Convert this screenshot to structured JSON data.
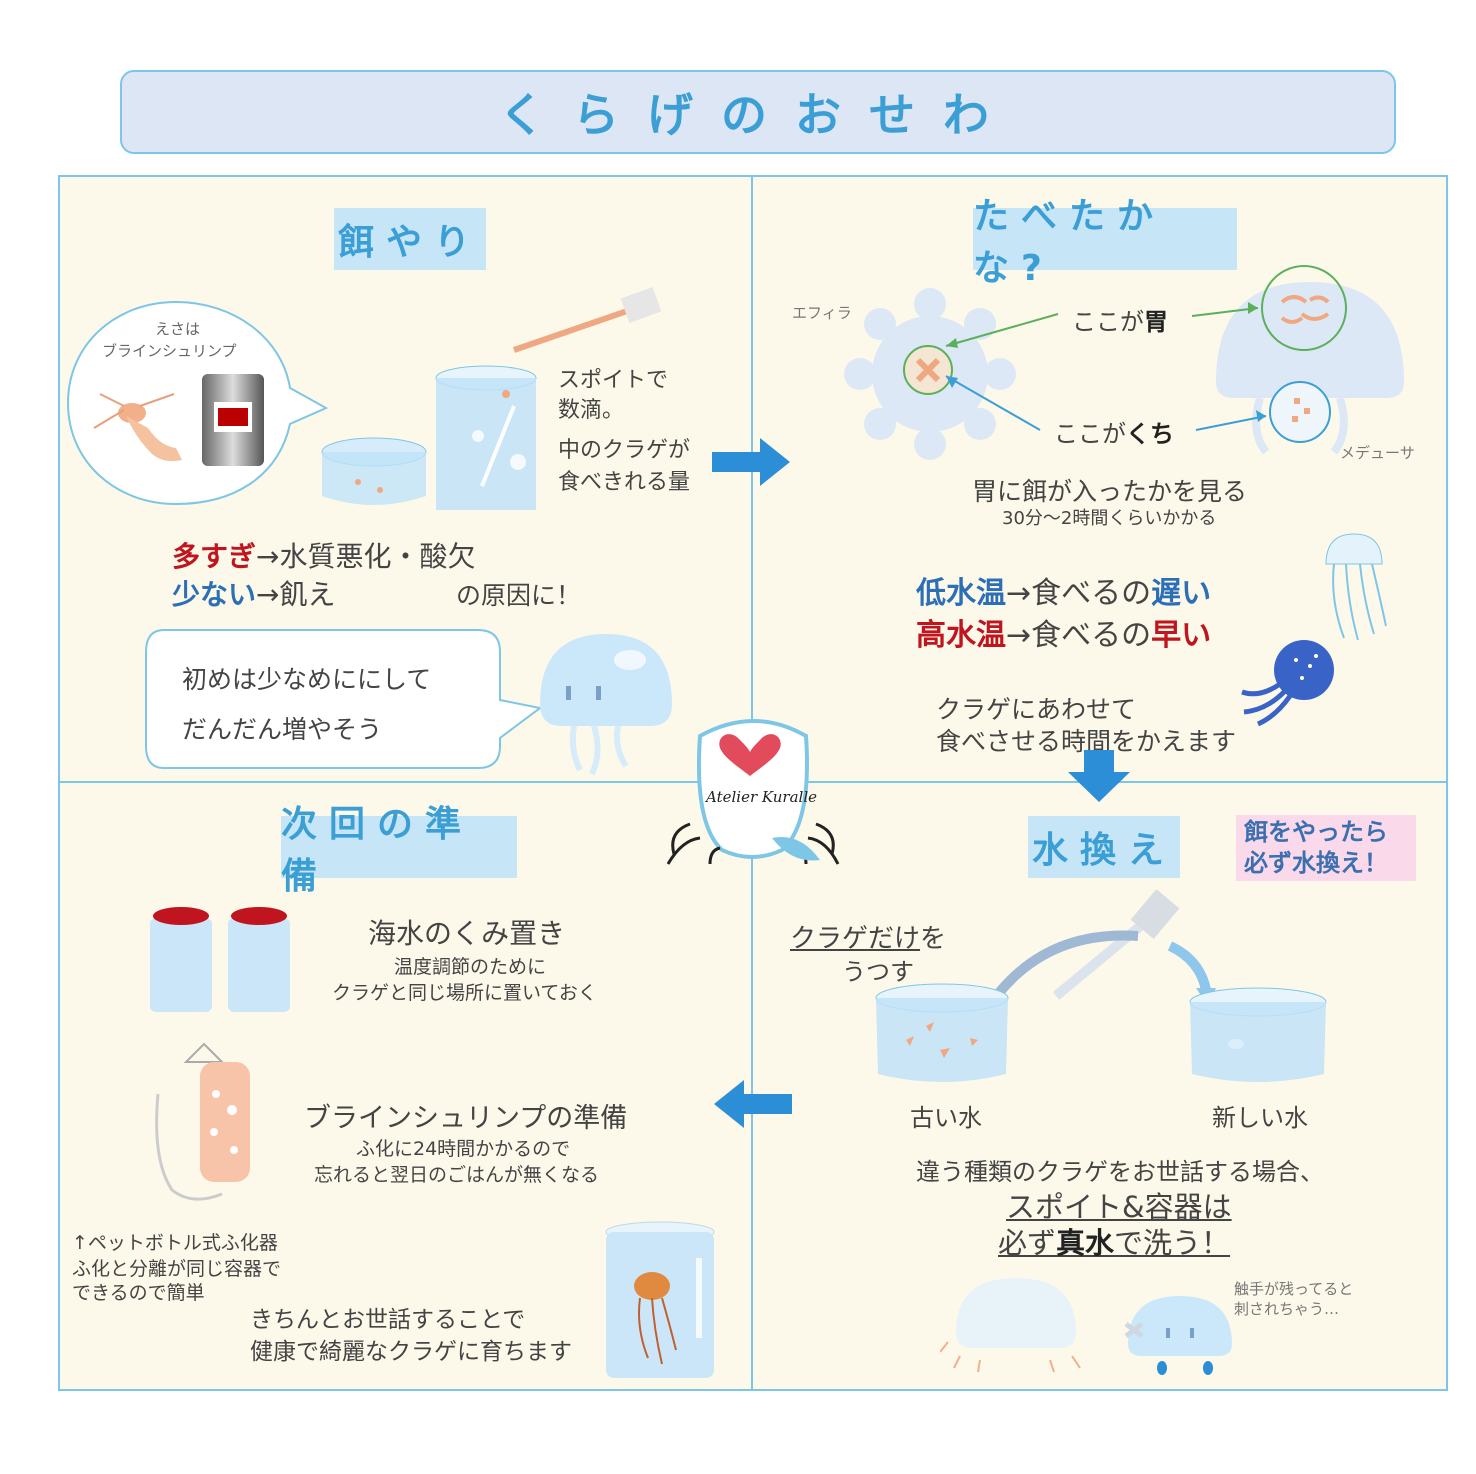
{
  "title": "くらげのおせわ",
  "feeding": {
    "label": "餌やり",
    "bubble_line1": "えさは",
    "bubble_line2": "ブラインシュリンプ",
    "dropper_line1": "スポイトで",
    "dropper_line2": "数滴。",
    "amount_line1": "中のクラゲが",
    "amount_line2": "食べきれる量",
    "too_much": "多すぎ",
    "too_much_result": "→水質悪化・酸欠",
    "too_little": "少ない",
    "too_little_result": "→飢え",
    "cause": "の原因に！",
    "advice_line1": "初めは少なめににして",
    "advice_line2": "だんだん増やそう"
  },
  "ate": {
    "label": "たべたかな?",
    "ephyra": "エフィラ",
    "medusa": "メデューサ",
    "stomach_pre": "ここが",
    "stomach": "胃",
    "mouth_pre": "ここが",
    "mouth": "くち",
    "check": "胃に餌が入ったかを見る",
    "time": "30分〜2時間くらいかかる",
    "low_temp": "低水温",
    "low_mid": "→食べるの",
    "low_result": "遅い",
    "high_temp": "高水温",
    "high_mid": "→食べるの",
    "high_result": "早い",
    "adjust_line1": "クラゲにあわせて",
    "adjust_line2": "食べさせる時間をかえます"
  },
  "water": {
    "label": "水換え",
    "note_line1": "餌をやったら",
    "note_line2": "必ず水換え！",
    "move_under": "クラゲだけ",
    "move_rest": "を",
    "move_line2": "うつす",
    "old": "古い水",
    "new": "新しい水",
    "diff": "違う種類のクラゲをお世話する場合、",
    "wash_line1": "スポイト&容器は",
    "wash_pre": "必ず",
    "wash_bold": "真水",
    "wash_post": "で洗う！",
    "sting_line1": "触手が残ってると",
    "sting_line2": "刺されちゃう…"
  },
  "next": {
    "label": "次回の準備",
    "seawater": "海水のくみ置き",
    "seawater_sub1": "温度調節のために",
    "seawater_sub2": "クラゲと同じ場所に置いておく",
    "brine": "ブラインシュリンプの準備",
    "brine_sub1": "ふ化に24時間かかるので",
    "brine_sub2": "忘れると翌日のごはんが無くなる",
    "hatcher_line1": "↑ペットボトル式ふ化器",
    "hatcher_line2": "ふ化と分離が同じ容器で",
    "hatcher_line3": "できるので簡単",
    "closing_line1": "きちんとお世話することで",
    "closing_line2": "健康で綺麗なクラゲに育ちます"
  },
  "logo_text": "Atelier Kuralle",
  "colors": {
    "accent": "#3b9fd6",
    "red": "#c0141e",
    "blue": "#2c6fb7",
    "panel": "#fdf9ea",
    "border": "#7ec6e6"
  }
}
